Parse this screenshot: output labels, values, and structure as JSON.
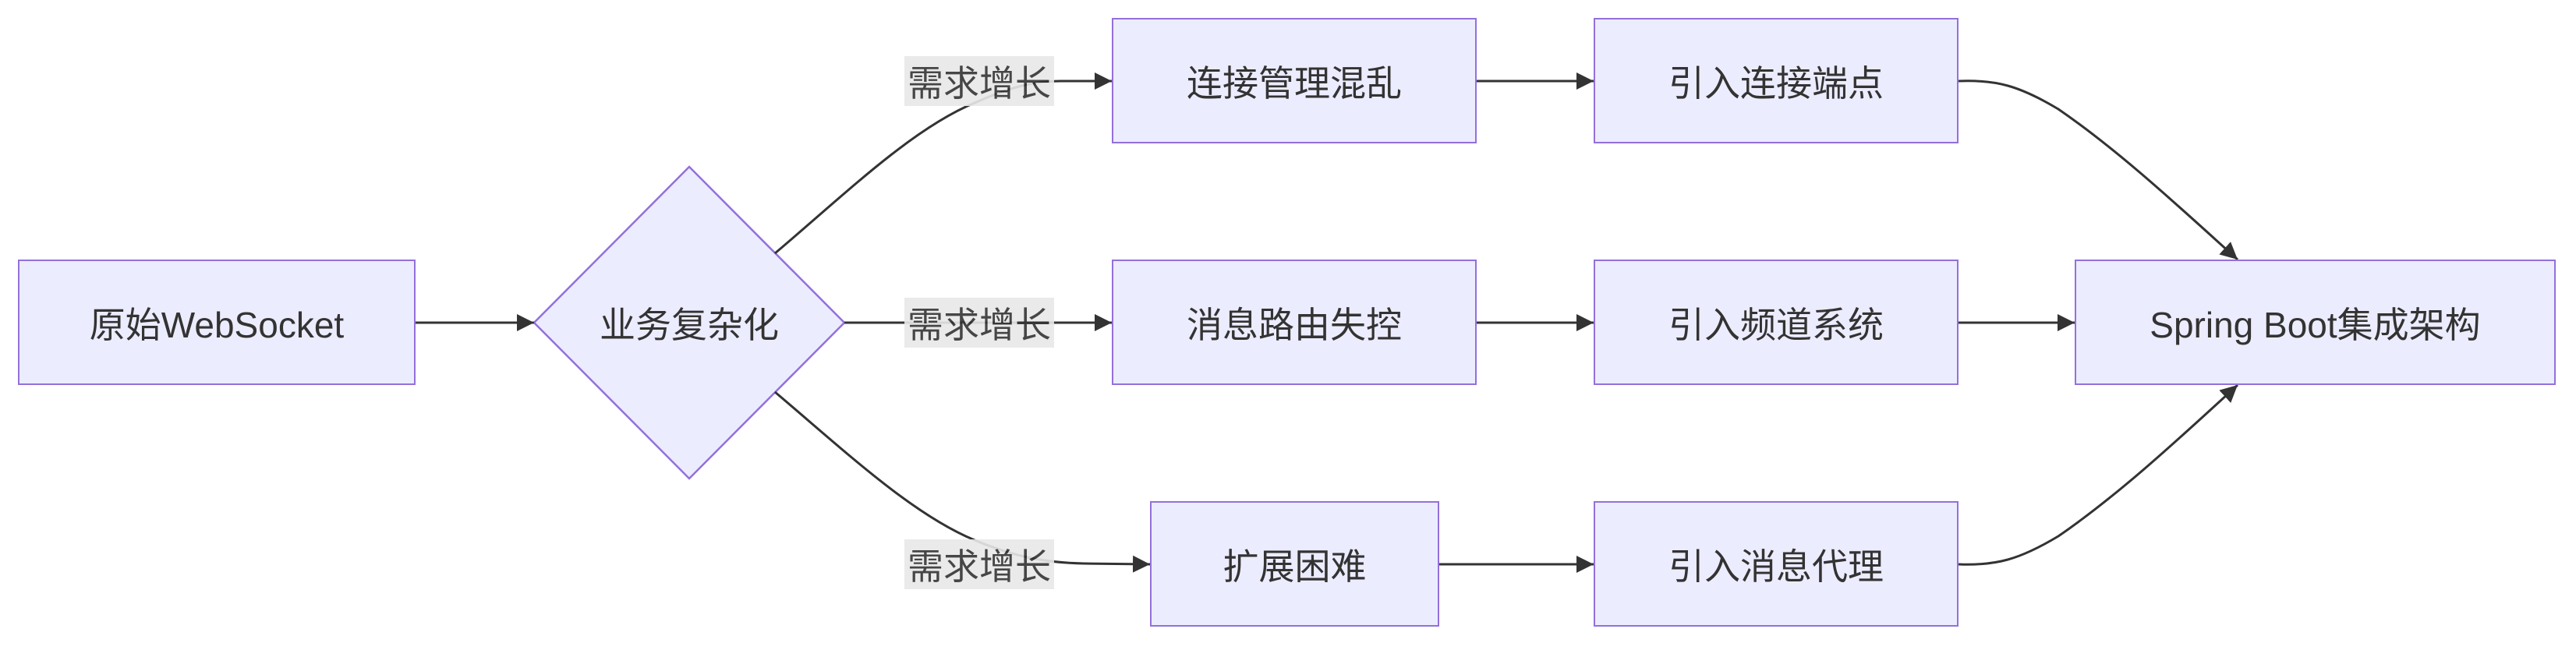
{
  "diagram": {
    "nodes": {
      "origin": "原始WebSocket",
      "decision": "业务复杂化",
      "problem_connection": "连接管理混乱",
      "problem_routing": "消息路由失控",
      "problem_scaling": "扩展困难",
      "solution_endpoint": "引入连接端点",
      "solution_channel": "引入频道系统",
      "solution_broker": "引入消息代理",
      "result": "Spring Boot集成架构"
    },
    "edge_labels": {
      "to_connection": "需求增长",
      "to_routing": "需求增长",
      "to_scaling": "需求增长"
    }
  },
  "colors": {
    "node_fill": "#ECECFF",
    "node_stroke": "#9370DB",
    "edge": "#333333",
    "label_bg": "#E8E8E8",
    "text": "#333333",
    "background": "#FFFFFF"
  }
}
